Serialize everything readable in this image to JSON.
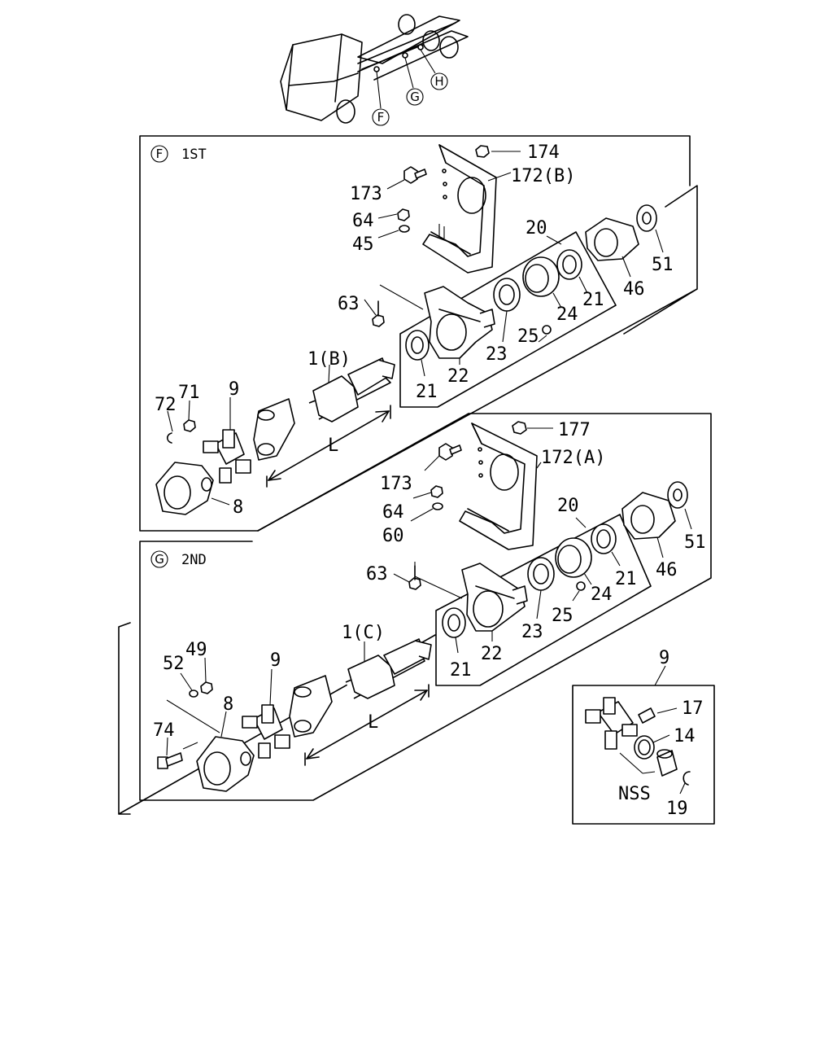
{
  "overview": {
    "callouts": [
      "F",
      "G",
      "H"
    ]
  },
  "sections": {
    "first": {
      "marker": "F",
      "title": "1ST",
      "labels": {
        "p174": "174",
        "p172": "172(B)",
        "p173": "173",
        "p64": "64",
        "p45": "45",
        "p20": "20",
        "p51": "51",
        "p63": "63",
        "p21a": "21",
        "p24": "24",
        "p46": "46",
        "p25": "25",
        "p23": "23",
        "p21b": "21",
        "p22": "22",
        "p1": "1(B)",
        "p9": "9",
        "p71": "71",
        "p72": "72",
        "pL": "L",
        "p8": "8"
      }
    },
    "second": {
      "marker": "G",
      "title": "2ND",
      "labels": {
        "p177": "177",
        "p173": "173",
        "p172": "172(A)",
        "p64": "64",
        "p60": "60",
        "p20": "20",
        "p51": "51",
        "p63": "63",
        "p46": "46",
        "p21a": "21",
        "p24": "24",
        "p25": "25",
        "p23": "23",
        "p22": "22",
        "p21b": "21",
        "p1": "1(C)",
        "p49": "49",
        "p52": "52",
        "p9": "9",
        "p8": "8",
        "p74": "74",
        "pL": "L"
      }
    },
    "detail": {
      "ref": "9",
      "labels": {
        "p17": "17",
        "p14": "14",
        "nss": "NSS",
        "p19": "19"
      }
    }
  }
}
